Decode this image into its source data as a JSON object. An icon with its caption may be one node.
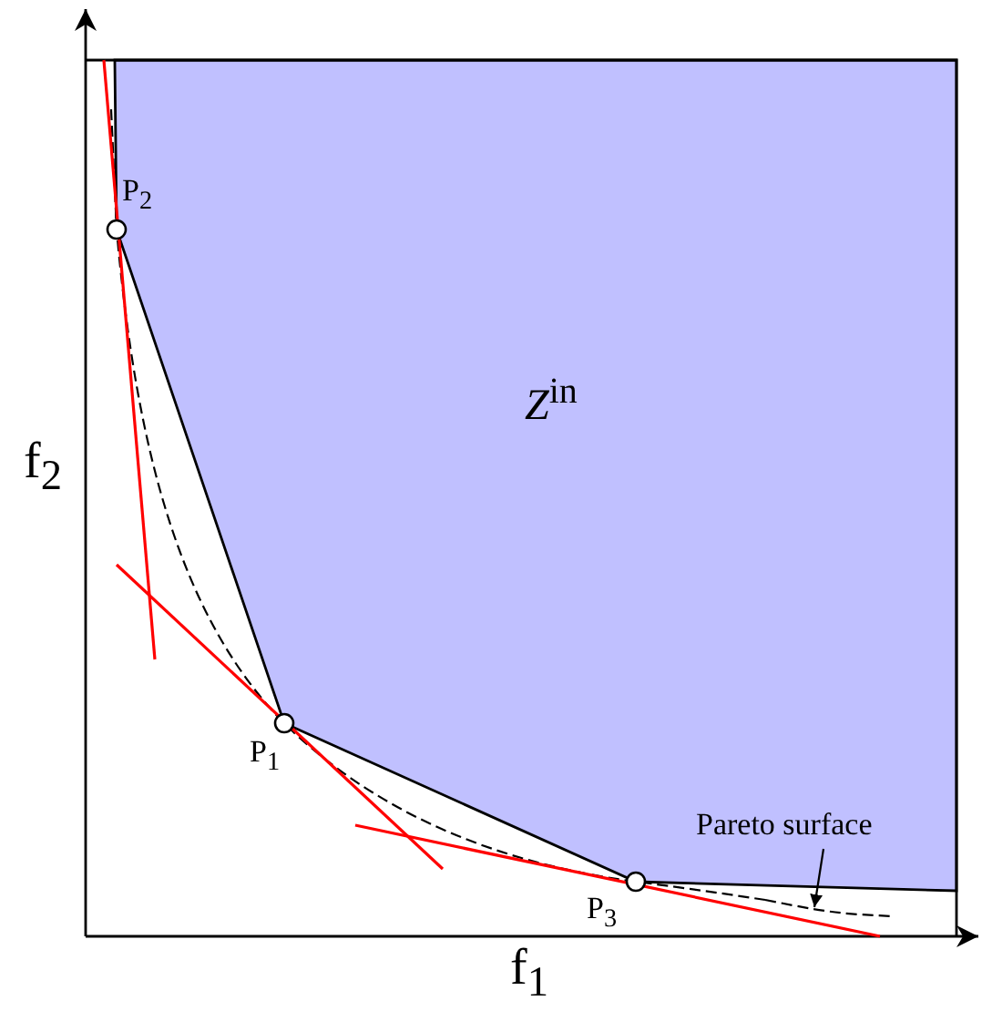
{
  "diagram": {
    "nodes": [
      {
        "text": [
          "*Z*$^{in}$"
        ]
      },
      {
        "text": [],
        "shape": "circle",
        "beside": [
          "P$_{2}$"
        ]
      },
      {
        "text": [],
        "shape": "circle",
        "beside": [
          "P$_{1}$"
        ]
      },
      {
        "text": [],
        "shape": "circle",
        "beside": [
          "P$_{3}$"
        ]
      },
      {
        "text": [
          "Pareto surface"
        ]
      },
      {
        "text": [],
        "shape": "line"
      }
    ],
    "edges": [
      {
        "from": 4,
        "to": 5,
        "arrow": "to"
      }
    ],
    "labels": [
      "f$_{2}$",
      "f$_{1}$"
    ]
  }
}
